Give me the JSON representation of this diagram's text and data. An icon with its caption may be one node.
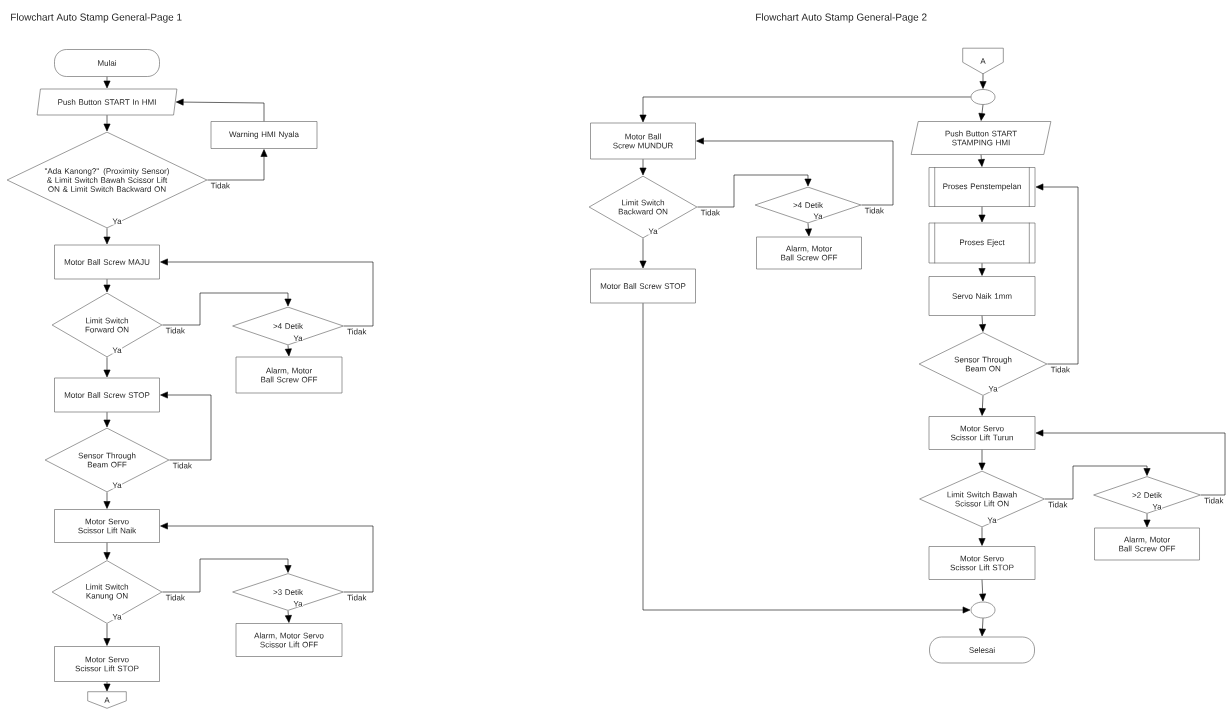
{
  "diagram": {
    "nodes": [
      {
        "text": [
          "Mulai"
        ]
      },
      {
        "text": [
          "Push Button START In HMI"
        ]
      },
      {
        "text": [
          "\"Ada Kanong?\" (Proximity Sensor) & Limit Switch Bawah Scissor Lift ON & Limit Switch Backward ON"
        ]
      },
      {
        "text": [
          "Warning HMI Nyala"
        ]
      },
      {
        "text": [
          "Motor Ball Screw MAJU"
        ]
      },
      {
        "text": [
          "Limit Switch Forward ON"
        ]
      },
      {
        "text": [
          ">4 Detik"
        ]
      },
      {
        "text": [
          "Alarm, Motor Ball Screw OFF"
        ]
      },
      {
        "text": [
          "Motor Ball Screw STOP"
        ]
      },
      {
        "text": [
          "Sensor Through Beam OFF"
        ]
      },
      {
        "text": [
          "Motor Servo Scissor Lift Naik"
        ]
      },
      {
        "text": [
          "Limit Switch Kanung ON"
        ]
      },
      {
        "text": [
          ">3 Detik"
        ]
      },
      {
        "text": [
          "Alarm, Motor Servo Scissor Lift OFF"
        ]
      },
      {
        "text": [
          "Motor Servo Scissor Lift STOP"
        ]
      },
      {
        "text": [
          "A"
        ]
      },
      {
        "text": [
          "A"
        ]
      },
      {
        "text": [],
        "shape": "circle"
      },
      {
        "text": [
          "Motor Ball Screw MUNDUR"
        ]
      },
      {
        "text": [
          "Limit Switch Backward ON"
        ]
      },
      {
        "text": [
          ">4 Detik"
        ]
      },
      {
        "text": [
          "Alarm, Motor Ball Screw OFF"
        ]
      },
      {
        "text": [
          "Motor Ball Screw STOP"
        ]
      },
      {
        "text": [
          "Push Button START STAMPING HMI"
        ]
      },
      {
        "text": [
          "Proses Penstempelan"
        ]
      },
      {
        "text": [
          "Proses Eject"
        ]
      },
      {
        "text": [
          "Servo Naik 1mm"
        ]
      },
      {
        "text": [
          "Sensor Through Beam ON"
        ]
      },
      {
        "text": [
          "Motor Servo Scissor Lift Turun"
        ]
      },
      {
        "text": [
          "Limit Switch Bawah Scissor Lift ON"
        ]
      },
      {
        "text": [
          ">2 Detik"
        ]
      },
      {
        "text": [
          "Alarm, Motor Ball Screw OFF"
        ]
      },
      {
        "text": [
          "Motor Servo Scissor Lift STOP"
        ]
      },
      {
        "text": [],
        "shape": "circle"
      },
      {
        "text": [
          "Selesai"
        ]
      }
    ],
    "edges": [
      {
        "from": 0,
        "to": 1,
        "arrow": "to"
      },
      {
        "from": 1,
        "to": 2,
        "arrow": "to"
      },
      {
        "from": 2,
        "to": 3,
        "arrow": "to",
        "label": "Tidak"
      },
      {
        "from": 3,
        "to": 1,
        "arrow": "to"
      },
      {
        "from": 2,
        "to": 4,
        "arrow": "to",
        "label": "Ya"
      },
      {
        "from": 4,
        "to": 5,
        "arrow": "to"
      },
      {
        "from": 5,
        "to": 6,
        "arrow": "to",
        "label": "Tidak"
      },
      {
        "from": 6,
        "to": 4,
        "arrow": "to",
        "label": "Tidak"
      },
      {
        "from": 6,
        "to": 7,
        "arrow": "to",
        "label": "Ya"
      },
      {
        "from": 5,
        "to": 8,
        "arrow": "to",
        "label": "Ya"
      },
      {
        "from": 8,
        "to": 9,
        "arrow": "to"
      },
      {
        "from": 9,
        "to": 8,
        "arrow": "to",
        "label": "Tidak"
      },
      {
        "from": 9,
        "to": 10,
        "arrow": "to",
        "label": "Ya"
      },
      {
        "from": 10,
        "to": 11,
        "arrow": "to"
      },
      {
        "from": 11,
        "to": 12,
        "arrow": "to",
        "label": "Tidak"
      },
      {
        "from": 12,
        "to": 10,
        "arrow": "to",
        "label": "Tidak"
      },
      {
        "from": 12,
        "to": 13,
        "arrow": "to",
        "label": "Ya"
      },
      {
        "from": 11,
        "to": 14,
        "arrow": "to",
        "label": "Ya"
      },
      {
        "from": 14,
        "to": 15,
        "arrow": "to"
      },
      {
        "from": 16,
        "to": 17,
        "arrow": "to"
      },
      {
        "from": 17,
        "to": 23,
        "arrow": "to"
      },
      {
        "from": 17,
        "to": 18,
        "arrow": "to"
      },
      {
        "from": 18,
        "to": 19,
        "arrow": "to"
      },
      {
        "from": 19,
        "to": 20,
        "arrow": "to",
        "label": "Tidak"
      },
      {
        "from": 20,
        "to": 18,
        "arrow": "to",
        "label": "Tidak"
      },
      {
        "from": 20,
        "to": 21,
        "arrow": "to",
        "label": "Ya"
      },
      {
        "from": 19,
        "to": 22,
        "arrow": "to",
        "label": "Ya"
      },
      {
        "from": 22,
        "to": 33,
        "arrow": "to"
      },
      {
        "from": 23,
        "to": 24,
        "arrow": "to"
      },
      {
        "from": 24,
        "to": 25,
        "arrow": "to"
      },
      {
        "from": 25,
        "to": 26,
        "arrow": "to"
      },
      {
        "from": 26,
        "to": 27,
        "arrow": "to"
      },
      {
        "from": 27,
        "to": 24,
        "arrow": "to",
        "label": "Tidak"
      },
      {
        "from": 27,
        "to": 28,
        "arrow": "to",
        "label": "Ya"
      },
      {
        "from": 28,
        "to": 29,
        "arrow": "to"
      },
      {
        "from": 29,
        "to": 30,
        "arrow": "to",
        "label": "Tidak"
      },
      {
        "from": 30,
        "to": 28,
        "arrow": "to",
        "label": "Tidak"
      },
      {
        "from": 30,
        "to": 31,
        "arrow": "to",
        "label": "Ya"
      },
      {
        "from": 29,
        "to": 32,
        "arrow": "to",
        "label": "Ya"
      },
      {
        "from": 32,
        "to": 33,
        "arrow": "to"
      },
      {
        "from": 33,
        "to": 34,
        "arrow": "to"
      }
    ],
    "labels": [
      "Flowchart Auto Stamp General-Page 1",
      "Flowchart Auto Stamp General-Page 2"
    ]
  }
}
